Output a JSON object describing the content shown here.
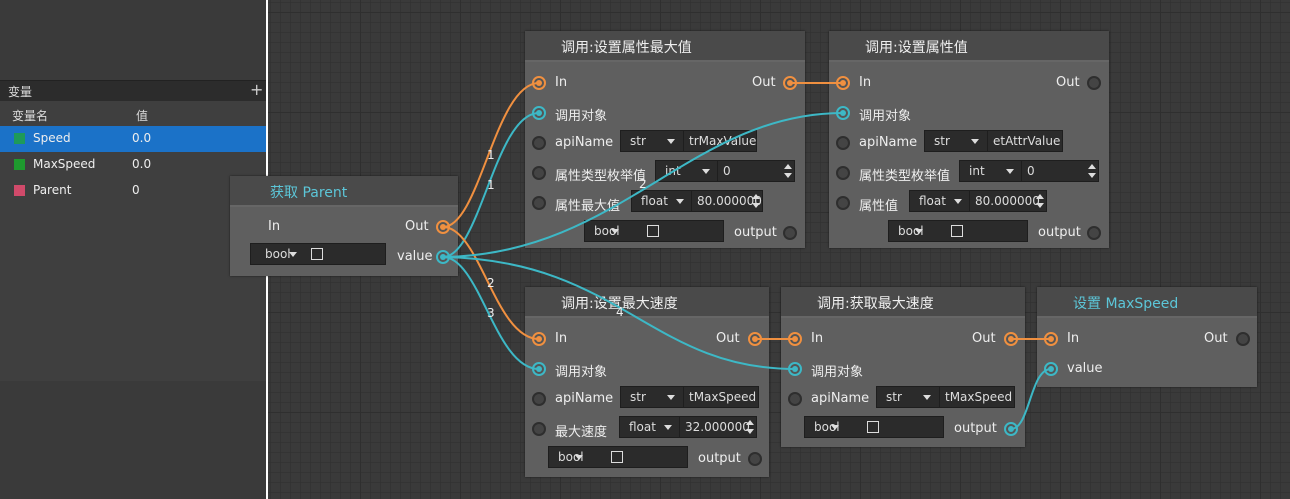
{
  "variables": {
    "title": "变量",
    "add_label": "+",
    "col_name": "变量名",
    "col_value": "值",
    "items": [
      {
        "name": "Speed",
        "value": "0.0",
        "color": "#1e9a5a"
      },
      {
        "name": "MaxSpeed",
        "value": "0.0",
        "color": "#1e9a2e"
      },
      {
        "name": "Parent",
        "value": "0",
        "color": "#d04a6a"
      }
    ]
  },
  "nodes": {
    "get_parent": {
      "title": "获取 Parent",
      "in": "In",
      "out": "Out",
      "value": "value",
      "bool": "bool"
    },
    "set_attr_max": {
      "title": "调用:设置属性最大值",
      "in": "In",
      "out": "Out",
      "target": "调用对象",
      "apiname": "apiName",
      "api_type": "str",
      "api_value": "trMaxValue",
      "enum_label": "属性类型枚举值",
      "enum_type": "int",
      "enum_value": "0",
      "max_label": "属性最大值",
      "max_type": "float",
      "max_value": "80.000000",
      "bool": "bool",
      "output": "output"
    },
    "set_attr": {
      "title": "调用:设置属性值",
      "in": "In",
      "out": "Out",
      "target": "调用对象",
      "apiname": "apiName",
      "api_type": "str",
      "api_value": "etAttrValue",
      "enum_label": "属性类型枚举值",
      "enum_type": "int",
      "enum_value": "0",
      "val_label": "属性值",
      "val_type": "float",
      "val_value": "80.000000",
      "bool": "bool",
      "output": "output"
    },
    "set_max_speed": {
      "title": "调用:设置最大速度",
      "in": "In",
      "out": "Out",
      "target": "调用对象",
      "apiname": "apiName",
      "api_type": "str",
      "api_value": "tMaxSpeed",
      "speed_label": "最大速度",
      "speed_type": "float",
      "speed_value": "32.000000",
      "bool": "bool",
      "output": "output"
    },
    "get_max_speed": {
      "title": "调用:获取最大速度",
      "in": "In",
      "out": "Out",
      "target": "调用对象",
      "apiname": "apiName",
      "api_type": "str",
      "api_value": "tMaxSpeed",
      "bool": "bool",
      "output": "output"
    },
    "set_maxspeed_var": {
      "title": "设置 MaxSpeed",
      "in": "In",
      "out": "Out",
      "value": "value"
    }
  },
  "wire_labels": [
    "1",
    "1",
    "2",
    "2",
    "3",
    "4"
  ],
  "colors": {
    "exec": "#f09040",
    "data": "#3db8c6",
    "selection": "#1b72c8"
  }
}
